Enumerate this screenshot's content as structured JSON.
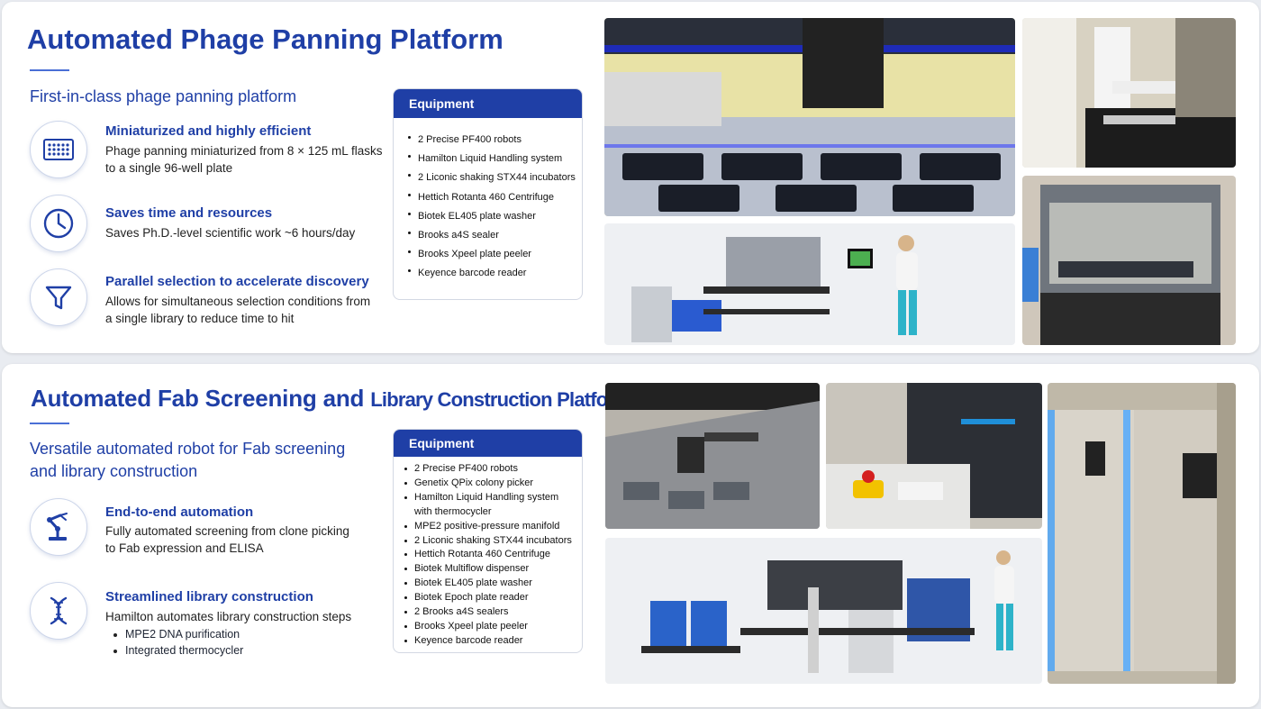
{
  "phage": {
    "title": "Automated Phage Panning Platform",
    "subtitle": "First-in-class phage panning platform",
    "features": [
      {
        "icon": "well-plate-icon",
        "heading": "Miniaturized and highly efficient",
        "desc": [
          "Phage panning miniaturized from 8 × 125 mL flasks",
          "to a single 96-well plate"
        ]
      },
      {
        "icon": "clock-icon",
        "heading": "Saves time and resources",
        "desc": [
          "Saves Ph.D.-level scientific work ~6 hours/day"
        ]
      },
      {
        "icon": "funnel-icon",
        "heading": "Parallel selection to accelerate discovery",
        "desc": [
          "Allows for simultaneous selection conditions from",
          "a single library to reduce time to hit"
        ]
      }
    ],
    "equipment": {
      "heading": "Equipment",
      "items": [
        "2 Precise PF400 robots",
        "Hamilton Liquid Handling system",
        "2 Liconic shaking STX44 incubators",
        "Hettich Rotanta 460 Centrifuge",
        "Biotek EL405 plate washer",
        "Brooks a4S sealer",
        "Brooks Xpeel plate peeler",
        "Keyence barcode reader"
      ]
    }
  },
  "fab": {
    "title_main": "Automated Fab Screening and",
    "title_small": "Library Construction Platform",
    "subtitle": [
      "Versatile automated robot for Fab screening",
      "and library construction"
    ],
    "features": [
      {
        "icon": "robot-arm-icon",
        "heading": "End-to-end automation",
        "desc": [
          "Fully automated screening from clone picking",
          "to Fab expression and ELISA"
        ]
      },
      {
        "icon": "dna-icon",
        "heading": "Streamlined library construction",
        "desc": [
          "Hamilton automates library construction steps"
        ],
        "bullets": [
          "MPE2 DNA purification",
          "Integrated thermocycler"
        ]
      }
    ],
    "equipment": {
      "heading": "Equipment",
      "items": [
        "2 Precise PF400 robots",
        "Genetix QPix colony picker",
        "Hamilton Liquid Handling system",
        "with thermocycler",
        "MPE2 positive-pressure manifold",
        "2 Liconic shaking STX44 incubators",
        "Hettich Rotanta 460 Centrifuge",
        "Biotek Multiflow dispenser",
        "Biotek EL405 plate washer",
        "Biotek Epoch plate reader",
        "2 Brooks a4S sealers",
        "Brooks Xpeel plate peeler",
        "Keyence barcode reader"
      ]
    }
  },
  "colors": {
    "accent": "#1f3fa6",
    "accent_light": "#4a6fd6",
    "panel": "#ffffff",
    "background": "#e9ecf1"
  }
}
